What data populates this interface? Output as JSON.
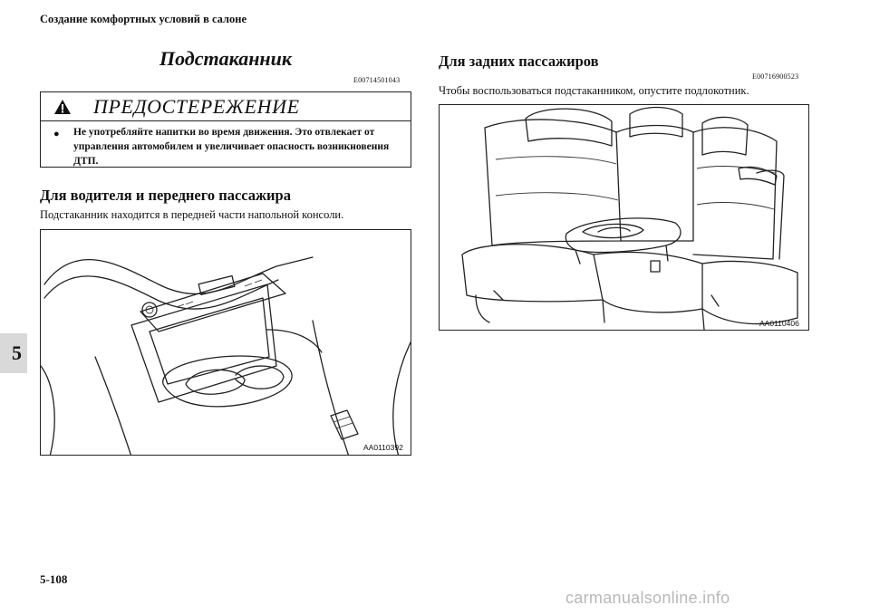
{
  "header": {
    "running_title": "Создание комфортных условий в салоне"
  },
  "chapter_tab": "5",
  "footer": {
    "page_number": "5-108",
    "watermark": "carmanualsonline.info"
  },
  "section": {
    "title": "Подстаканник",
    "code": "E00714501043"
  },
  "warning": {
    "title": "ПРЕДОСТЕРЕЖЕНИЕ",
    "icon": "warning-triangle-icon",
    "bullet": "●",
    "text": "Не употребляйте напитки во время движения. Это отвлекает от управления автомобилем и увеличивает опасность возникновения ДТП."
  },
  "front": {
    "heading": "Для водителя и переднего пассажира",
    "text": "Подстаканник находится в передней части напольной консоли.",
    "figure_label": "AA0110392"
  },
  "rear": {
    "heading": "Для задних пассажиров",
    "code": "E00716900523",
    "text": "Чтобы воспользоваться подстаканником, опустите подлокотник.",
    "figure_label": "AA0110406"
  }
}
